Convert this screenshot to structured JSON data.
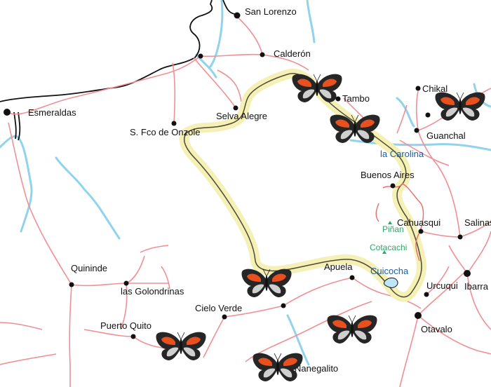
{
  "places": {
    "san_lorenzo": "San Lorenzo",
    "calderon": "Calderón",
    "tambo": "Tambo",
    "chical": "Chikal",
    "esmeraldas": "Esmeraldas",
    "selva_alegre": "Selva Alegre",
    "s_fco_de_onzole": "S. Fco de Onzole",
    "guanchal": "Guanchal",
    "la_carolina": "la Carolina",
    "buenos_aires": "Buenos Aires",
    "cahuasqui": "Cahuasqui",
    "salinas": "Salinas",
    "pinan": "Piñan",
    "cotacachi": "Cotacachi",
    "cuicocha": "Cuicocha",
    "quininde": "Quininde",
    "las_golondrinas": "las Golondrinas",
    "apuela": "Apuela",
    "urcuqui": "Urcuqui",
    "ibarra": "Ibarra",
    "cielo_verde": "Cielo Verde",
    "puerto_quito": "Puerto Quito",
    "otavalo": "Otavalo",
    "nanegalito": "Nanegalito"
  },
  "icons": {
    "butterfly": "butterfly-icon",
    "town": "town-dot-icon",
    "peak": "peak-triangle-icon",
    "lake": "lake-icon"
  },
  "colors": {
    "road": "#f08f95",
    "river": "#8fd3ec",
    "reserve_halo": "#f5f0b6",
    "reserve_outline": "#4d4a32",
    "water_label": "#1a5fa8",
    "peak_label": "#2aa86b"
  }
}
